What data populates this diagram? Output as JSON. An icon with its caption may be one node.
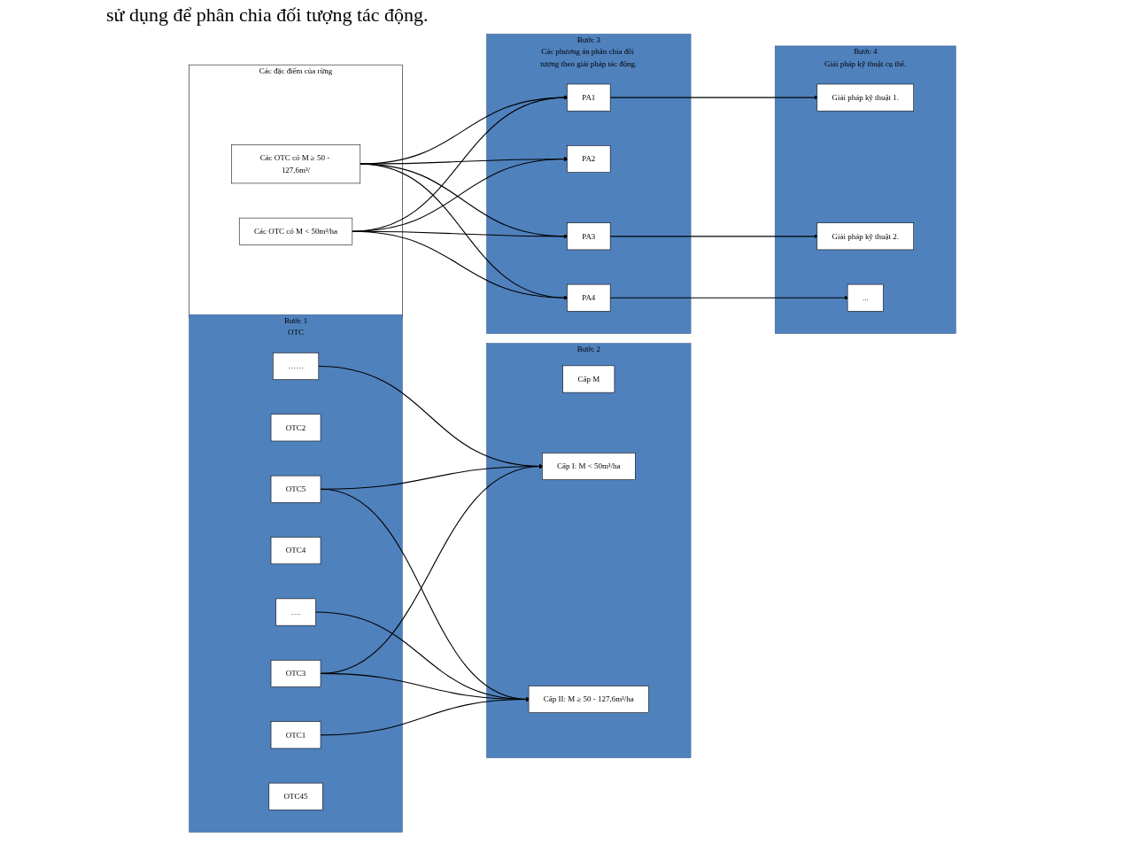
{
  "diagram": {
    "nodes": [
      {
        "text": [
          "Bước 1",
          "OTC"
        ]
      },
      {
        "text": [
          "OTC1"
        ],
        "in": 0
      },
      {
        "text": [
          "OTC2"
        ],
        "in": 0
      },
      {
        "text": [
          "OTC3"
        ],
        "in": 0
      },
      {
        "text": [
          "OTC4"
        ],
        "in": 0
      },
      {
        "text": [
          "OTC5"
        ],
        "in": 0
      },
      {
        "text": [
          "…."
        ],
        "in": 0
      },
      {
        "text": [
          "……"
        ],
        "in": 0
      },
      {
        "text": [
          "OTC45"
        ],
        "in": 0
      },
      {
        "text": [
          "Bước 2"
        ]
      },
      {
        "text": [
          "Cấp M"
        ],
        "in": 9
      },
      {
        "text": [
          "Cấp I: M < 50m³/ha"
        ],
        "in": 9
      },
      {
        "text": [
          "Cấp II: M ≥ 50 - 127,6m³/ha"
        ],
        "in": 9
      },
      {
        "text": [
          "Các đặc điểm của rừng"
        ]
      },
      {
        "text": [
          "Các OTC có M < 50m³/ha"
        ],
        "in": 13
      },
      {
        "text": [
          "Các OTC có M ≥ 50 - 127,6m³/"
        ],
        "in": 13
      },
      {
        "text": [
          "Bước 3",
          "Các phương án phân chia đối tượng theo giải pháp tác động."
        ]
      },
      {
        "text": [
          "PA1"
        ],
        "in": 16
      },
      {
        "text": [
          "PA2"
        ],
        "in": 16
      },
      {
        "text": [
          "PA3"
        ],
        "in": 16
      },
      {
        "text": [
          "PA4"
        ],
        "in": 16
      },
      {
        "text": [
          "Bước 4",
          "Giải pháp kỹ thuật cụ thể."
        ]
      },
      {
        "text": [
          "Giải pháp kỹ thuật 1."
        ],
        "in": 21
      },
      {
        "text": [
          "Giải pháp kỹ thuật 2."
        ],
        "in": 21
      },
      {
        "text": [
          "..."
        ],
        "in": 21
      }
    ],
    "edges": [
      {
        "from": 1,
        "to": 12,
        "arrow": "to"
      },
      {
        "from": 3,
        "to": 11,
        "arrow": "to"
      },
      {
        "from": 3,
        "to": 12,
        "arrow": "to"
      },
      {
        "from": 5,
        "to": 11,
        "arrow": "to"
      },
      {
        "from": 5,
        "to": 12,
        "arrow": "to"
      },
      {
        "from": 6,
        "to": 12,
        "arrow": "to"
      },
      {
        "from": 7,
        "to": 11,
        "arrow": "to"
      },
      {
        "from": 14,
        "to": 17,
        "arrow": "to"
      },
      {
        "from": 14,
        "to": 18,
        "arrow": "to"
      },
      {
        "from": 14,
        "to": 19,
        "arrow": "to"
      },
      {
        "from": 14,
        "to": 20,
        "arrow": "to"
      },
      {
        "from": 15,
        "to": 17,
        "arrow": "to"
      },
      {
        "from": 15,
        "to": 18,
        "arrow": "to"
      },
      {
        "from": 15,
        "to": 19,
        "arrow": "to"
      },
      {
        "from": 15,
        "to": 20,
        "arrow": "to"
      },
      {
        "from": 17,
        "to": 22,
        "arrow": "to"
      },
      {
        "from": 19,
        "to": 23,
        "arrow": "to"
      },
      {
        "from": 20,
        "to": 24,
        "arrow": "to"
      }
    ],
    "labels": [
      "sử dụng để phân chia đối tượng tác động."
    ]
  }
}
